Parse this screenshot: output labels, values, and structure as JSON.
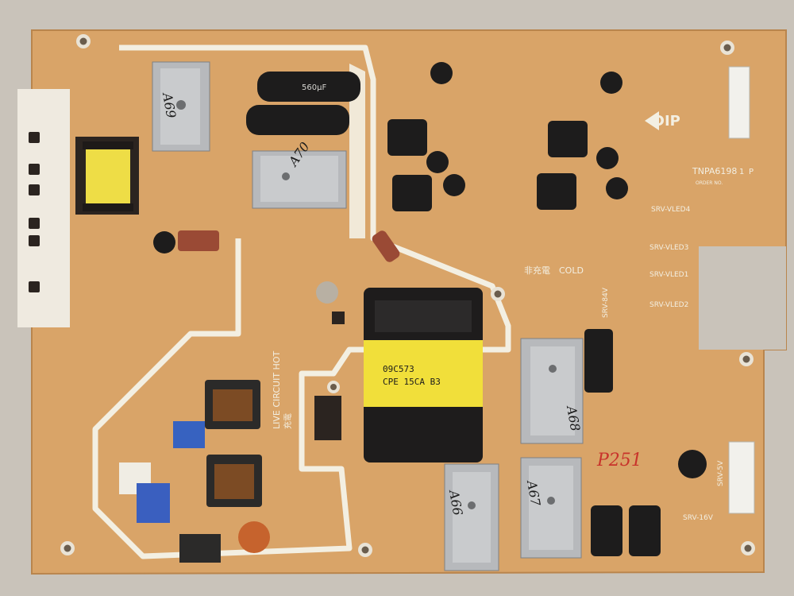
{
  "board": {
    "part_number": "TNPA6198",
    "revision_marks": [
      "1",
      "P"
    ],
    "order_label": "ORDER NO."
  },
  "zones": {
    "cold_label_jp": "非充電",
    "cold_label": "COLD",
    "hot_label": "LIVE CIRCUIT HOT",
    "hot_label_jp": "充電"
  },
  "rails": [
    "SRV-VLED4",
    "SRV-VLED3",
    "SRV-VLED1",
    "SRV-VLED2",
    "SRV-84V",
    "SRV-5V",
    "SRV-16V"
  ],
  "direction_label": "DIP",
  "transformer_marking": {
    "line1": "09C573",
    "line2": "CPE 15CA B3"
  },
  "handwritten": {
    "heatsink_top_left": "A69",
    "heatsink_top_center": "A70",
    "heatsink_right_upper": "A68",
    "heatsink_bottom_left": "A66",
    "heatsink_bottom_right": "A67",
    "red_note": "P251"
  },
  "big_caps_marking": "560μF",
  "colors": {
    "board": "#d9a468",
    "board_light": "#e5b980",
    "silk": "#f3efe2",
    "heatsink": "#b7b9bc",
    "transformer_yellow": "#f1df3a",
    "background": "#c9c3ba"
  }
}
